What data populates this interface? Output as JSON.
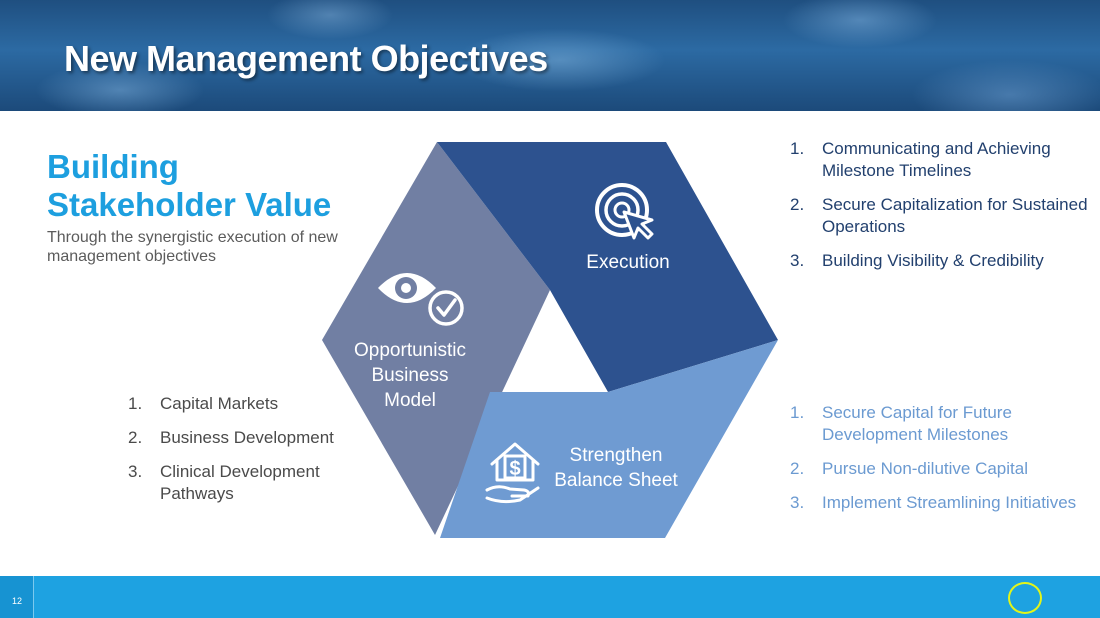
{
  "title": "New Management Objectives",
  "heading": "Building Stakeholder Value",
  "subheading": "Through the synergistic execution of new management objectives",
  "segments": {
    "execution": {
      "label": "Execution",
      "icon": "target-cursor-icon",
      "color": "#2d528f"
    },
    "opportunistic": {
      "label": "Opportunistic Business Model",
      "icon": "eye-check-icon",
      "color": "#717fa3"
    },
    "balance": {
      "label": "Strengthen Balance Sheet",
      "icon": "house-dollar-hand-icon",
      "color": "#6f9bd2"
    }
  },
  "left_list": {
    "items": [
      {
        "num": "1.",
        "text": "Capital Markets"
      },
      {
        "num": "2.",
        "text": "Business Development"
      },
      {
        "num": "3.",
        "text": "Clinical Development Pathways"
      }
    ]
  },
  "top_list": {
    "items": [
      {
        "num": "1.",
        "text": "Communicating and Achieving Milestone Timelines"
      },
      {
        "num": "2.",
        "text": "Secure Capitalization for Sustained Operations"
      },
      {
        "num": "3.",
        "text": "Building Visibility & Credibility"
      }
    ]
  },
  "bottom_list": {
    "items": [
      {
        "num": "1.",
        "text": "Secure Capital for Future Development Milestones"
      },
      {
        "num": "2.",
        "text": "Pursue Non-dilutive Capital"
      },
      {
        "num": "3.",
        "text": "Implement Streamlining Initiatives"
      }
    ]
  },
  "footer": {
    "page_number": "12"
  }
}
